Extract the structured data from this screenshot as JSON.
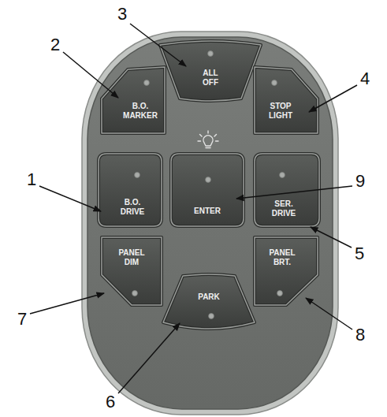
{
  "diagram": {
    "nodes": [
      {
        "text": [
          "ALL OFF"
        ]
      },
      {
        "text": [
          "B.O. MARKER"
        ]
      },
      {
        "text": [
          "STOP LIGHT"
        ]
      },
      {
        "text": [
          "B.O. DRIVE"
        ]
      },
      {
        "text": [
          "ENTER"
        ]
      },
      {
        "text": [
          "SER. DRIVE"
        ]
      },
      {
        "text": [
          "PANEL DIM"
        ]
      },
      {
        "text": [
          "PANEL BRT."
        ]
      },
      {
        "text": [
          "PARK"
        ]
      }
    ],
    "labels": [
      "1",
      "2",
      "3",
      "4",
      "5",
      "6",
      "7",
      "8",
      "9"
    ]
  }
}
